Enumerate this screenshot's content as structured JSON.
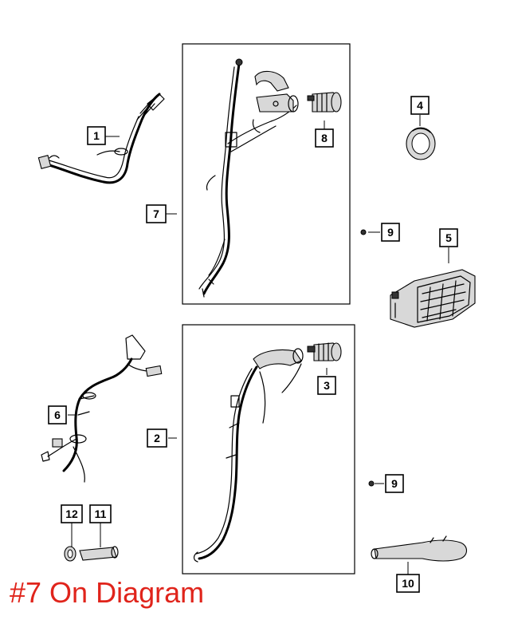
{
  "callouts": {
    "c1": "1",
    "c2": "2",
    "c3": "3",
    "c4": "4",
    "c5": "5",
    "c6": "6",
    "c7": "7",
    "c8": "8",
    "c9a": "9",
    "c9b": "9",
    "c10": "10",
    "c11": "11",
    "c12": "12"
  },
  "footer_note": "#7 On Diagram",
  "colors": {
    "footer": "#e0241b",
    "lines": "#000000",
    "background": "#ffffff"
  }
}
